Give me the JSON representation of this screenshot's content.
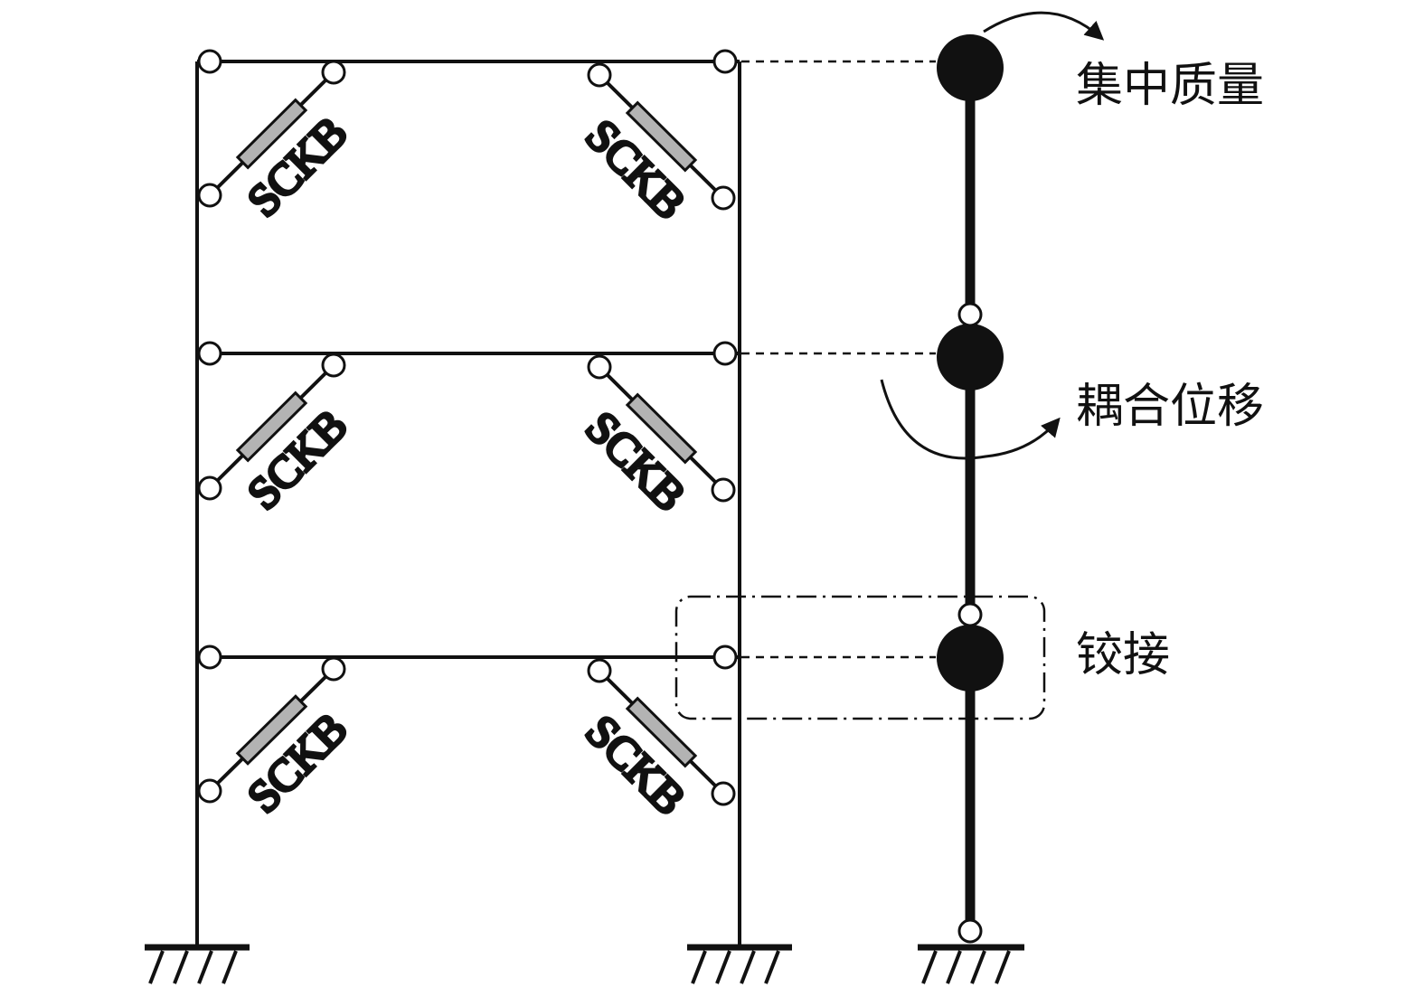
{
  "braces": {
    "label": "SCKB",
    "fill_color": "#b3b3b3"
  },
  "annotations": {
    "lumped_mass": "集中质量",
    "coupled_displacement": "耦合位移",
    "hinge": "铰接"
  },
  "colors": {
    "line": "#111111",
    "background": "#ffffff"
  }
}
